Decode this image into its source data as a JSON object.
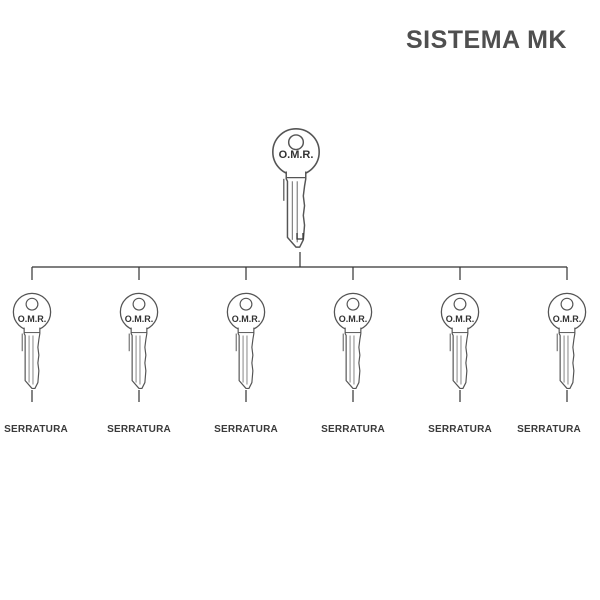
{
  "title": "SISTEMA MK",
  "master_key": {
    "brand": "O.M.R."
  },
  "locks": [
    {
      "label": "SERRATURA",
      "brand": "O.M.R."
    },
    {
      "label": "SERRATURA",
      "brand": "O.M.R."
    },
    {
      "label": "SERRATURA",
      "brand": "O.M.R."
    },
    {
      "label": "SERRATURA",
      "brand": "O.M.R."
    },
    {
      "label": "SERRATURA",
      "brand": "O.M.R."
    },
    {
      "label": "SERRATURA",
      "brand": "O.M.R."
    }
  ],
  "colors": {
    "line": "#333333",
    "key_outline": "#555555",
    "title": "#4f4f4f"
  },
  "icons": {
    "key": "key-icon"
  }
}
